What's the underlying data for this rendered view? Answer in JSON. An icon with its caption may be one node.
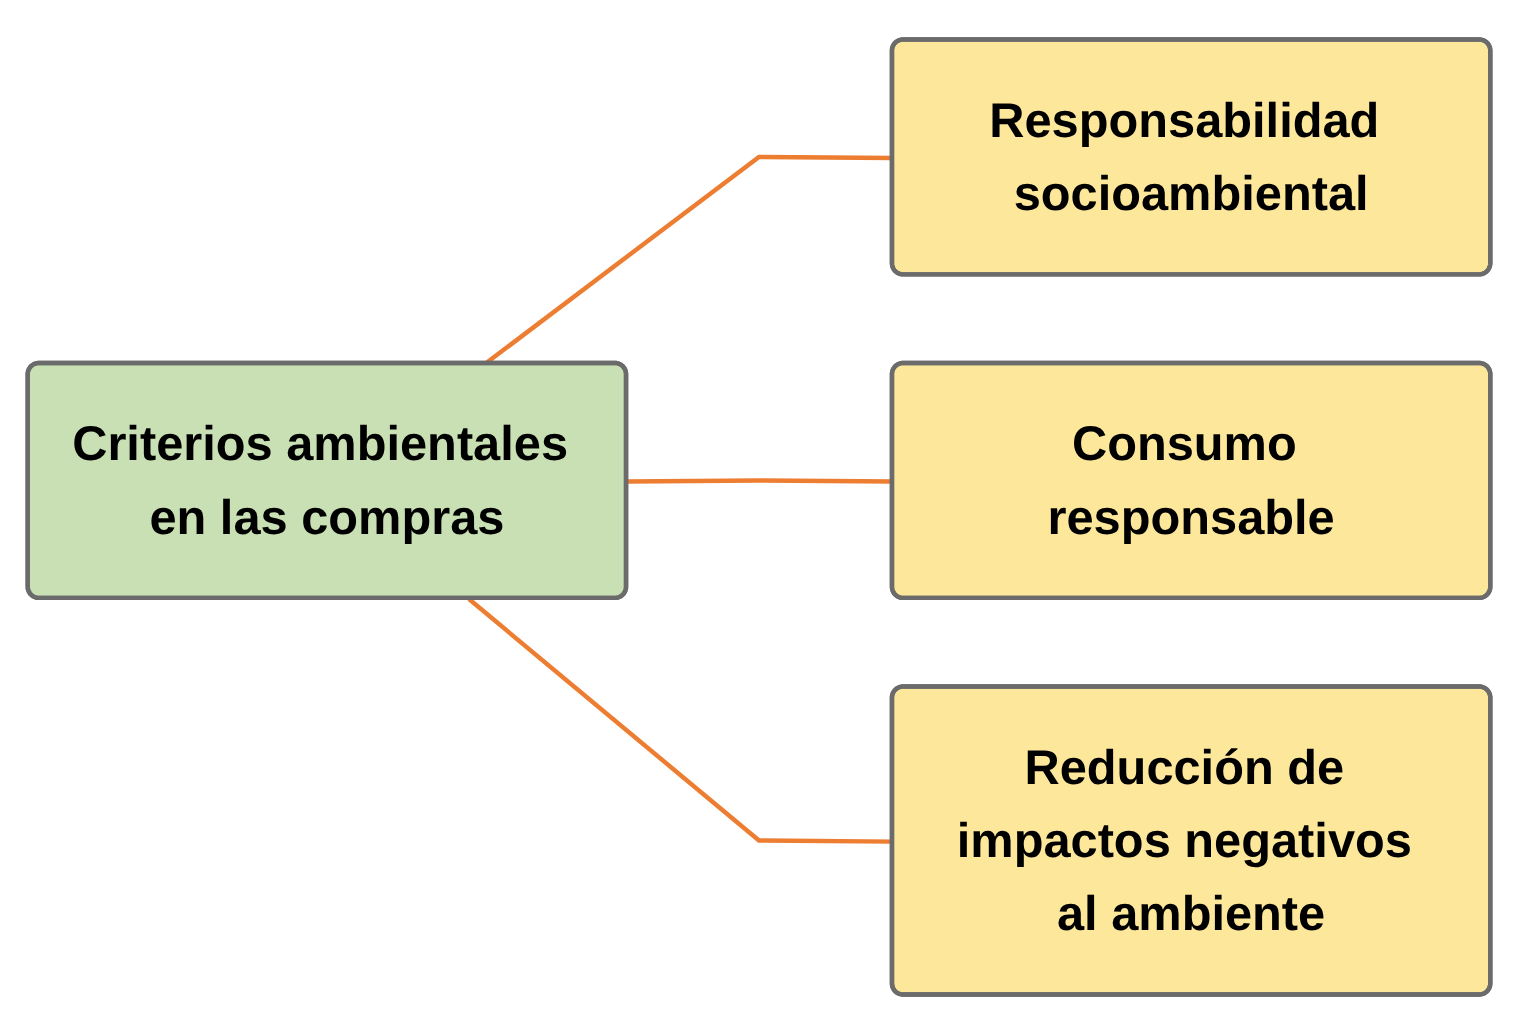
{
  "diagram": {
    "nodes": [
      {
        "text": [
          "Criterios ambientales en las compras"
        ]
      },
      {
        "text": [
          "Responsabilidad socioambiental"
        ]
      },
      {
        "text": [
          "Consumo responsable"
        ]
      },
      {
        "text": [
          "Reducción de impactos negativos al ambiente"
        ]
      }
    ],
    "edges": [
      {
        "from": 0,
        "to": 1,
        "arrow": "none"
      },
      {
        "from": 0,
        "to": 2,
        "arrow": "none"
      },
      {
        "from": 0,
        "to": 3,
        "arrow": "none"
      }
    ]
  }
}
